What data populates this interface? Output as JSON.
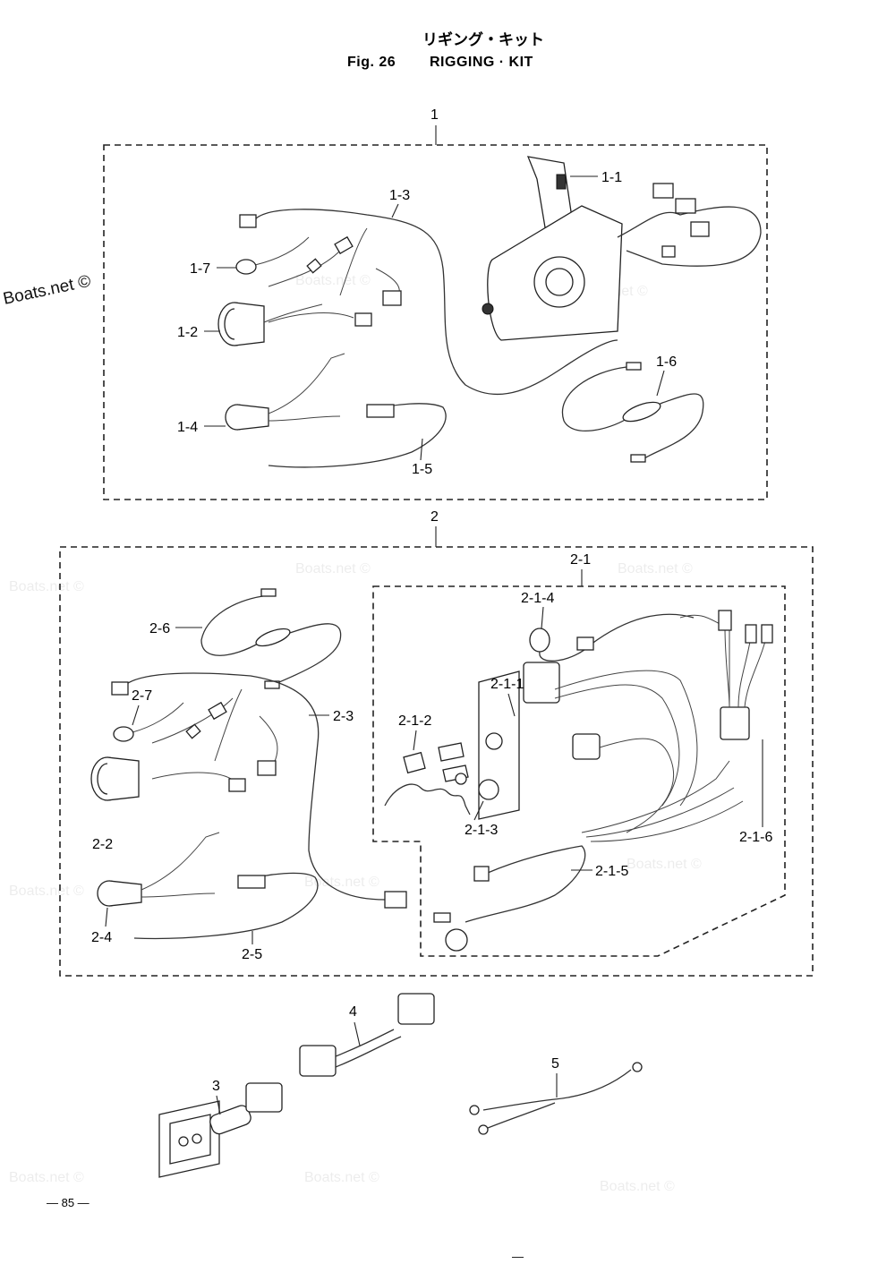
{
  "header": {
    "title_jp": "リギング・キット",
    "fig_label": "Fig. 26",
    "title_en": "RIGGING · KIT"
  },
  "watermark": {
    "text": "Boats.net ©"
  },
  "callouts": {
    "c1": "1",
    "c1_1": "1-1",
    "c1_2": "1-2",
    "c1_3": "1-3",
    "c1_4": "1-4",
    "c1_5": "1-5",
    "c1_6": "1-6",
    "c1_7": "1-7",
    "c2": "2",
    "c2_1": "2-1",
    "c2_1_1": "2-1-1",
    "c2_1_2": "2-1-2",
    "c2_1_3": "2-1-3",
    "c2_1_4": "2-1-4",
    "c2_1_5": "2-1-5",
    "c2_1_6": "2-1-6",
    "c2_2": "2-2",
    "c2_3": "2-3",
    "c2_4": "2-4",
    "c2_5": "2-5",
    "c2_6": "2-6",
    "c2_7": "2-7",
    "c3": "3",
    "c4": "4",
    "c5": "5"
  },
  "footer": {
    "page_number": "— 85 —",
    "bottom_mark": "—"
  }
}
